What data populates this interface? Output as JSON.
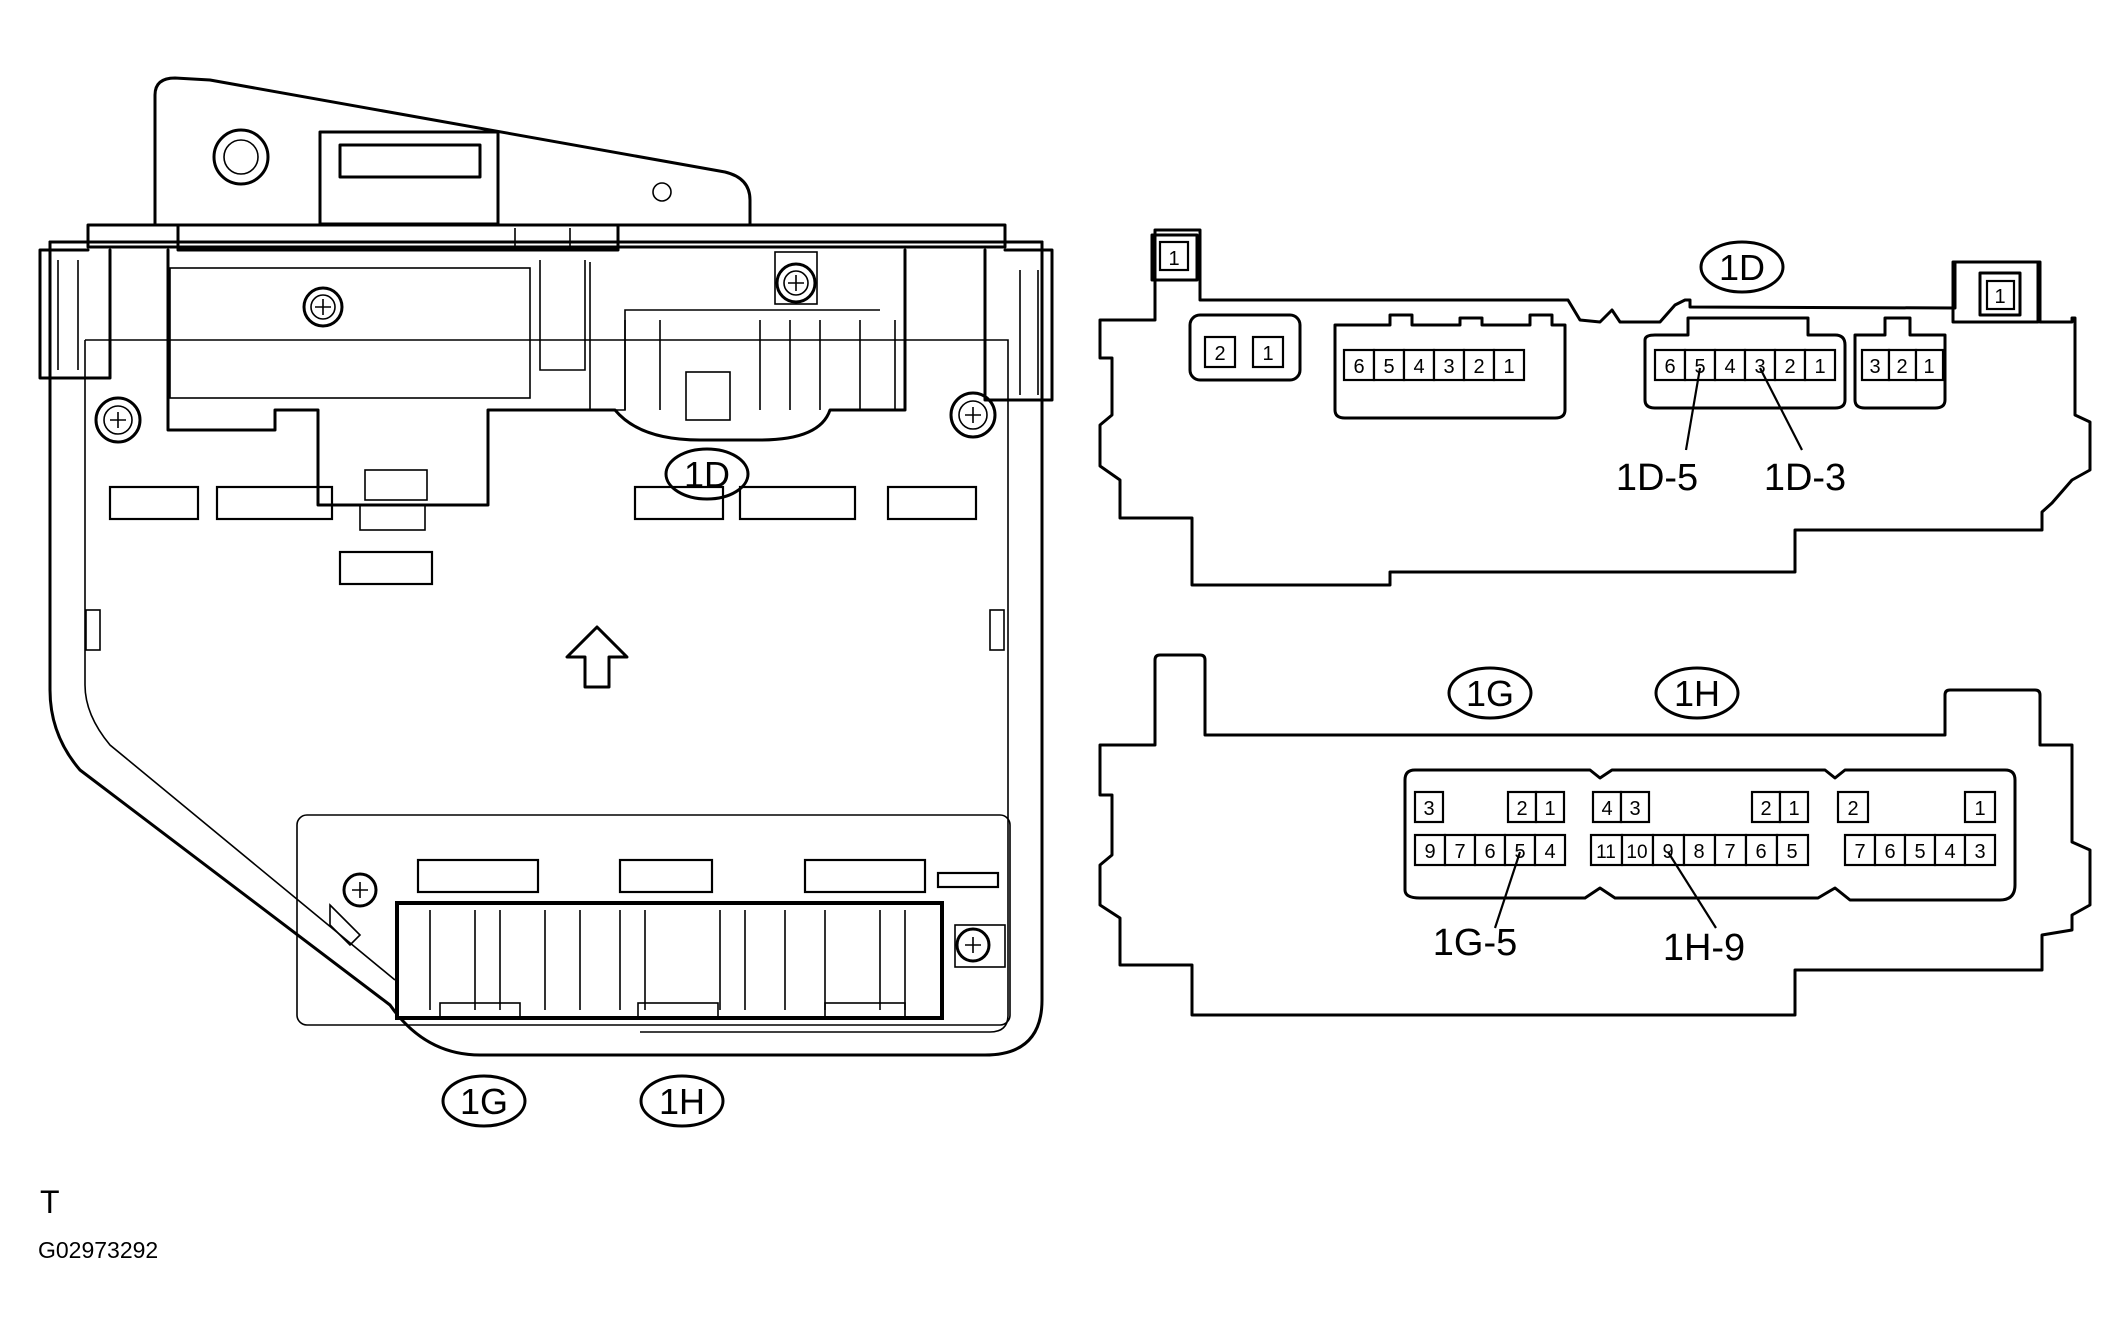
{
  "main_view": {
    "callouts": [
      {
        "key": "1D-top",
        "label": "1D",
        "ref": "labels.1D"
      },
      {
        "key": "1G-bottom",
        "label": "1G",
        "ref": "labels.1G"
      },
      {
        "key": "1H-bottom",
        "label": "1H",
        "ref": "labels.1H"
      }
    ]
  },
  "labels": {
    "1D": "1D",
    "1G": "1G",
    "1H": "1H"
  },
  "connector_1d": {
    "top_left_pin": "1",
    "top_right_pin": "1",
    "group_a": [
      "2",
      "1"
    ],
    "group_b": [
      "6",
      "5",
      "4",
      "3",
      "2",
      "1"
    ],
    "group_c": [
      "6",
      "5",
      "4",
      "3",
      "2",
      "1"
    ],
    "group_d": [
      "3",
      "2",
      "1"
    ],
    "pointers": [
      "1D-5",
      "1D-3"
    ]
  },
  "connector_1g1h": {
    "g_top_left": [
      "3"
    ],
    "g_top_right": [
      "2",
      "1"
    ],
    "g_bottom": [
      "9",
      "7",
      "6",
      "5",
      "4"
    ],
    "h_top_left": [
      "4",
      "3"
    ],
    "h_top_right": [
      "2",
      "1"
    ],
    "h_bottom": [
      "11",
      "10",
      "9",
      "8",
      "7",
      "6",
      "5"
    ],
    "r_top_left": [
      "2"
    ],
    "r_top_right": [
      "1"
    ],
    "r_bottom": [
      "7",
      "6",
      "5",
      "4",
      "3"
    ],
    "pointers": [
      "1G-5",
      "1H-9"
    ]
  },
  "footer": {
    "code": "T",
    "figure_id": "G02973292"
  }
}
